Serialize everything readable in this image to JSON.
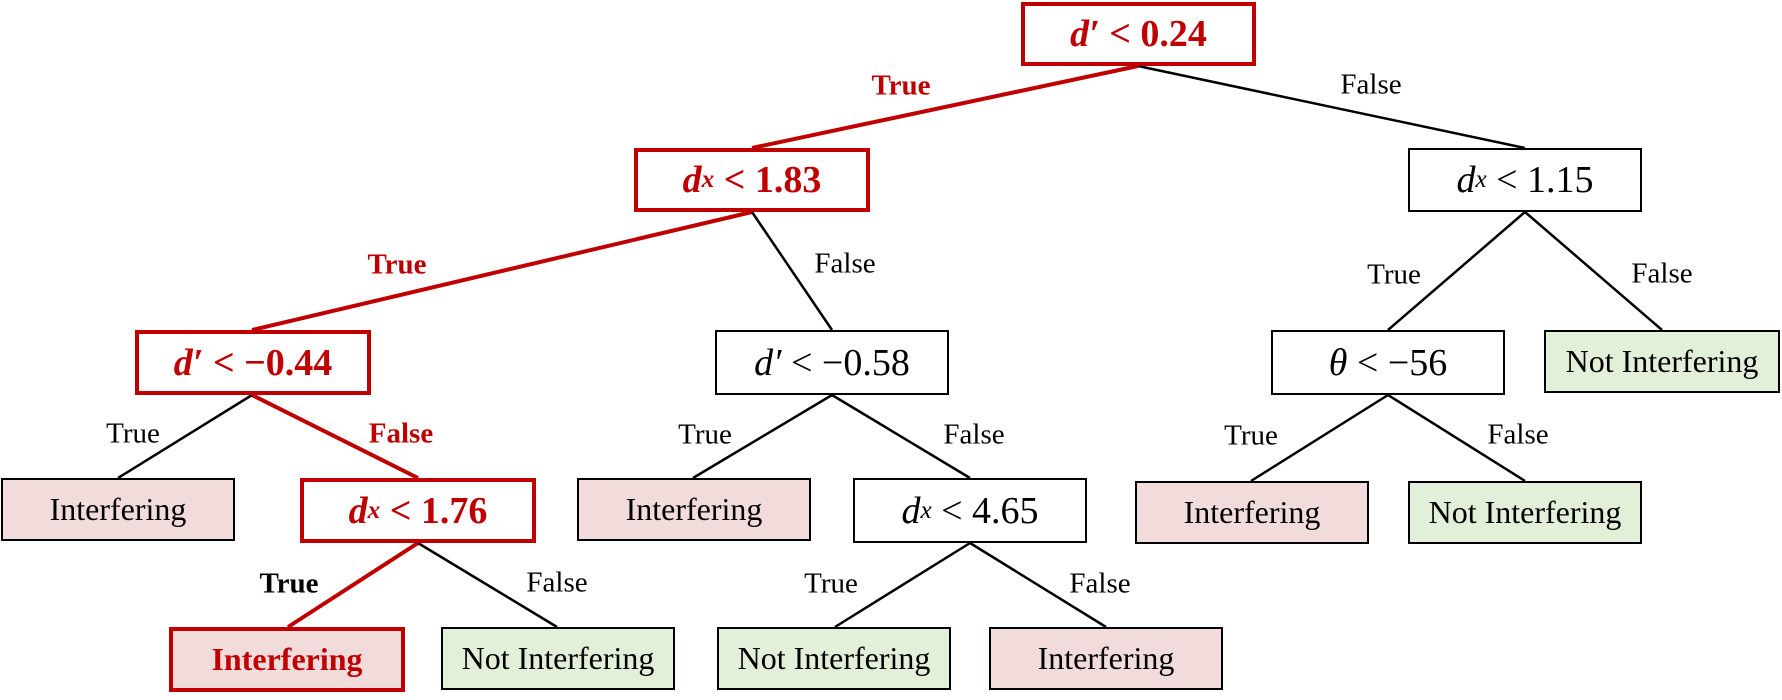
{
  "colors": {
    "path": "#c00000",
    "interfering_fill": "#f2dcdb",
    "not_interfering_fill": "#e2efd9",
    "edge": "#000000"
  },
  "nodes": {
    "root": {
      "var": "d′",
      "sub": "",
      "op": "<",
      "val": "0.24"
    },
    "n_dx183": {
      "var": "d",
      "sub": "x",
      "op": "<",
      "val": "1.83"
    },
    "n_dx115": {
      "var": "d",
      "sub": "x",
      "op": "<",
      "val": "1.15"
    },
    "n_dp044": {
      "var": "d′",
      "sub": "",
      "op": "<",
      "val": "−0.44"
    },
    "n_dp058": {
      "var": "d′",
      "sub": "",
      "op": "<",
      "val": "−0.58"
    },
    "n_th56": {
      "var": "θ",
      "sub": "",
      "op": "<",
      "val": "−56"
    },
    "n_dx176": {
      "var": "d",
      "sub": "x",
      "op": "<",
      "val": "1.76"
    },
    "n_dx465": {
      "var": "d",
      "sub": "x",
      "op": "<",
      "val": "4.65"
    }
  },
  "leaves": {
    "leaf_a": "Interfering",
    "leaf_b": "Interfering",
    "leaf_c": "Not Interfering",
    "leaf_d": "Interfering",
    "leaf_e": "Not Interfering",
    "leaf_f": "Interfering",
    "leaf_g": "Not Interfering",
    "leaf_h": "Not Interfering",
    "leaf_i": "Interfering"
  },
  "edge_labels": {
    "root_true": "True",
    "root_false": "False",
    "dx183_true": "True",
    "dx183_false": "False",
    "dx115_true": "True",
    "dx115_false": "False",
    "dp044_true": "True",
    "dp044_false": "False",
    "dp058_true": "True",
    "dp058_false": "False",
    "th56_true": "True",
    "th56_false": "False",
    "dx176_true": "True",
    "dx176_false": "False",
    "dx465_true": "True",
    "dx465_false": "False"
  }
}
